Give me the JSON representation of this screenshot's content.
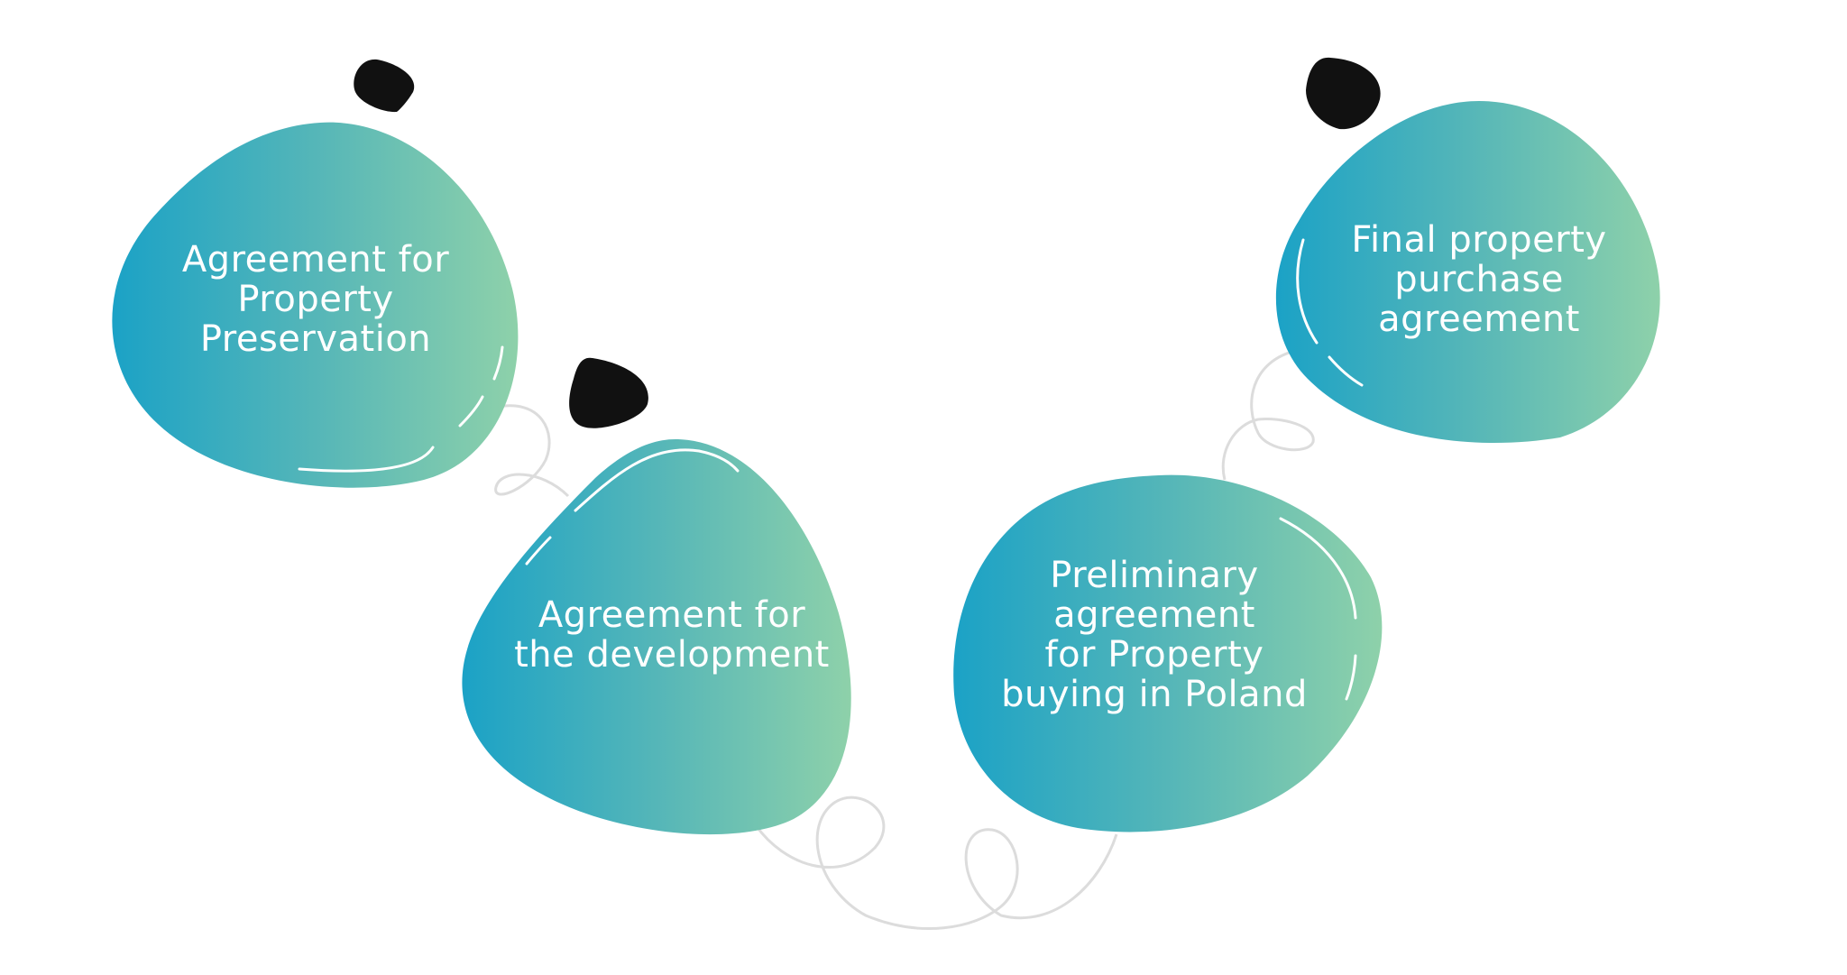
{
  "diagram": {
    "colors": {
      "gradient_start": "#1ba2c6",
      "gradient_mid": "#55b6b8",
      "gradient_end": "#8ed1aa",
      "dot": "#111111",
      "connector": "#dcdcdc",
      "highlight": "#ffffff"
    },
    "steps": [
      {
        "lines": [
          "Agreement for",
          "Property",
          "Preservation"
        ]
      },
      {
        "lines": [
          "Agreement for",
          "the development"
        ]
      },
      {
        "lines": [
          "Preliminary",
          "agreement",
          "for Property",
          "buying in Poland"
        ]
      },
      {
        "lines": [
          "Final property",
          "purchase",
          "agreement"
        ]
      }
    ]
  }
}
